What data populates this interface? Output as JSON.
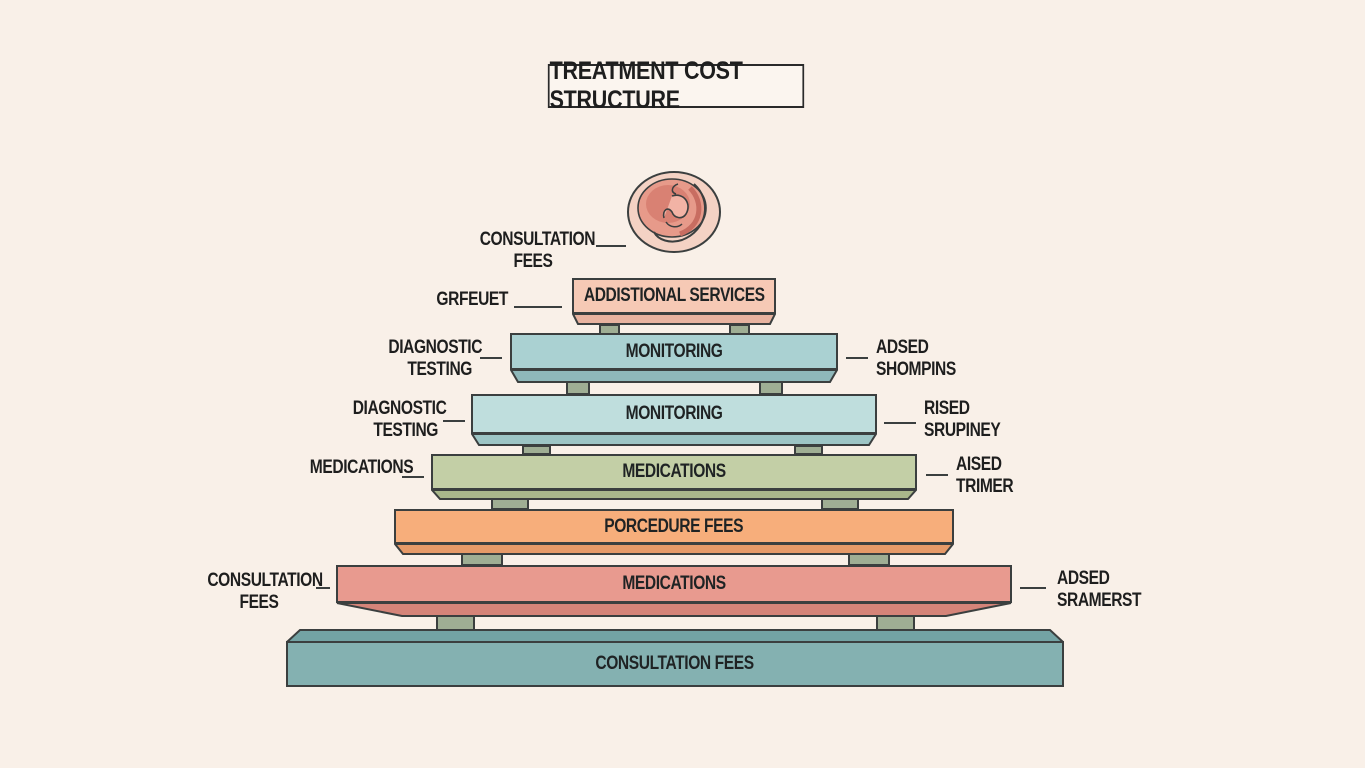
{
  "title": "TREATMENT COST STRUCTURE",
  "icon": "embryo-icon",
  "tiers": [
    {
      "label": "ADDISTIONAL SERVICES",
      "color": "#f6c9b5",
      "side": "#e8b3a0"
    },
    {
      "label": "MONITORING",
      "color": "#aad1d2",
      "side": "#8fb8ba"
    },
    {
      "label": "MONITORING",
      "color": "#bfdedd",
      "side": "#9dc5c5"
    },
    {
      "label": "MEDICATIONS",
      "color": "#c3cfa6",
      "side": "#a9b78b"
    },
    {
      "label": "PORCEDURE FEES",
      "color": "#f7ae7b",
      "side": "#e69a68"
    },
    {
      "label": "MEDICATIONS",
      "color": "#e89a8f",
      "side": "#d58479"
    },
    {
      "label": "CONSULTATION FEES",
      "color": "#84b1b1",
      "side": "#6f9d9e"
    }
  ],
  "labels": {
    "top": [
      "CONSULTATION",
      "FEES"
    ],
    "left1": "GRFEUET",
    "left2": [
      "DIAGNOSTIC",
      "TESTING"
    ],
    "left3": [
      "DIAGNOSTIC",
      "TESTING"
    ],
    "left4": "MEDICATIONS",
    "left5": [
      "CONSULTATION",
      "FEES"
    ],
    "right1": [
      "ADSED",
      "SHOMPINS"
    ],
    "right2": [
      "RISED",
      "SRUPINEY"
    ],
    "right3": [
      "AISED",
      "TRIMER"
    ],
    "right4": [
      "ADSED",
      "SRAMERST"
    ]
  }
}
